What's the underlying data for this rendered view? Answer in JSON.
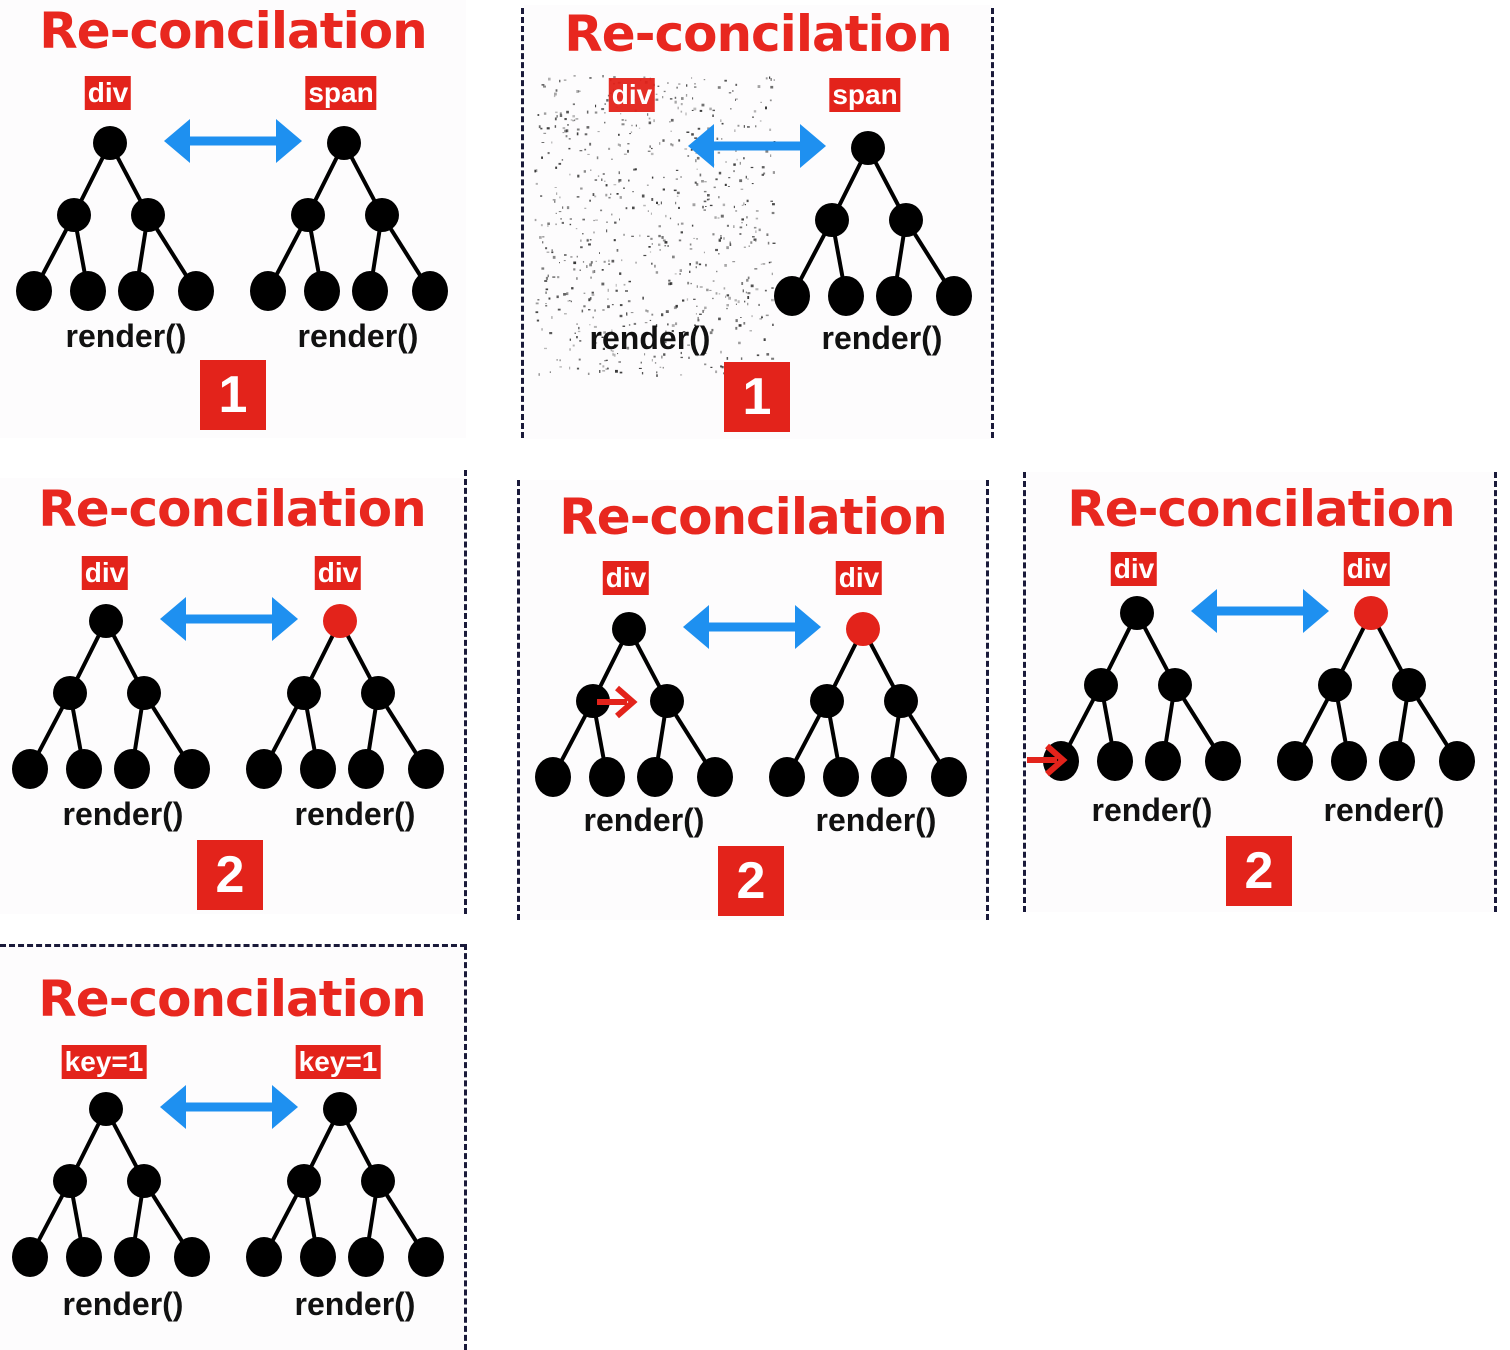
{
  "panels": [
    {
      "title": "Re-concilation",
      "left_tag": "div",
      "right_tag": "span",
      "left_render": "render()",
      "right_render": "render()",
      "step": "1"
    },
    {
      "title": "Re-concilation",
      "left_tag": "div",
      "right_tag": "span",
      "left_render": "render()",
      "right_render": "render()",
      "step": "1"
    },
    {
      "title": "Re-concilation",
      "left_tag": "div",
      "right_tag": "div",
      "left_render": "render()",
      "right_render": "render()",
      "step": "2"
    },
    {
      "title": "Re-concilation",
      "left_tag": "div",
      "right_tag": "div",
      "left_render": "render()",
      "right_render": "render()",
      "step": "2"
    },
    {
      "title": "Re-concilation",
      "left_tag": "div",
      "right_tag": "div",
      "left_render": "render()",
      "right_render": "render()",
      "step": "2"
    },
    {
      "title": "Re-concilation",
      "left_tag": "key=1",
      "right_tag": "key=1",
      "left_render": "render()",
      "right_render": "render()",
      "step": ""
    }
  ],
  "colors": {
    "accent_red": "#e3231b",
    "arrow_blue": "#1e90f0",
    "node_black": "#000000",
    "highlight_node": "#e3231b"
  }
}
